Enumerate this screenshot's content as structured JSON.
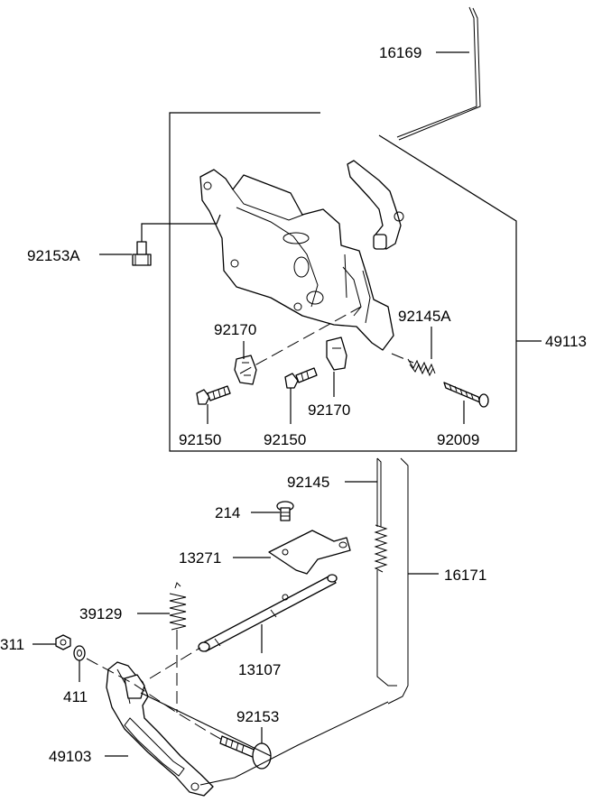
{
  "labels": {
    "p16169": "16169",
    "p92153A": "92153A",
    "p92170a": "92170",
    "p92145A": "92145A",
    "p49113": "49113",
    "p92170b": "92170",
    "p92150a": "92150",
    "p92150b": "92150",
    "p92009": "92009",
    "p92145": "92145",
    "p214": "214",
    "p16171": "16171",
    "p13271": "13271",
    "p39129": "39129",
    "p13107": "13107",
    "p311": "311",
    "p411": "411",
    "p92153": "92153",
    "p49103": "49103"
  }
}
